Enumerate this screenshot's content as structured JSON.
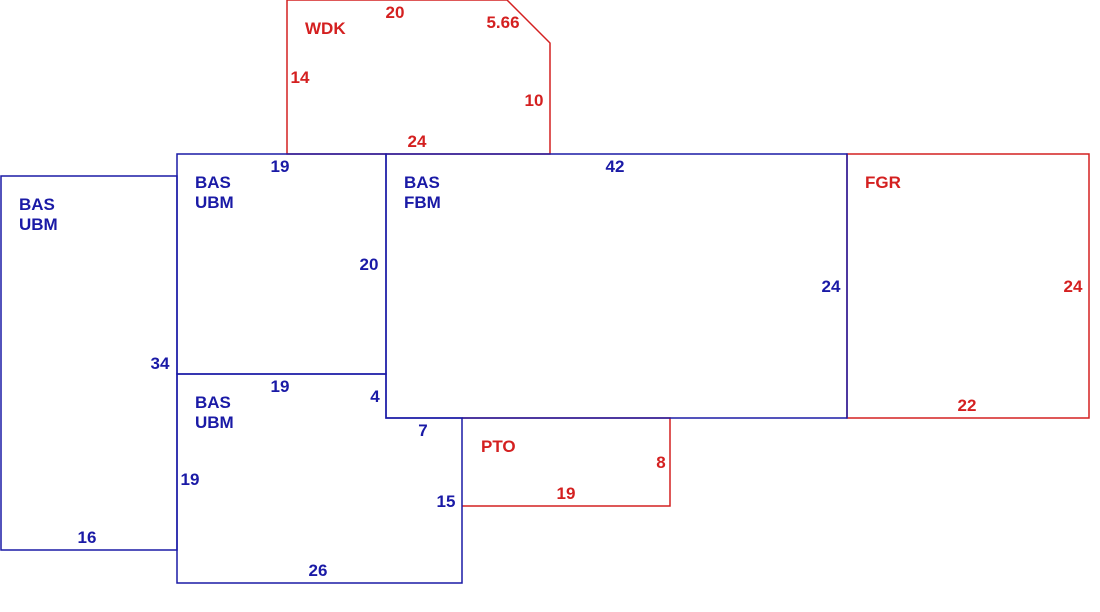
{
  "colors": {
    "blue": "#1a1aa6",
    "red": "#d42020"
  },
  "areas": {
    "bas_left": {
      "code": "BAS",
      "sub": "UBM"
    },
    "bas_mid_top": {
      "code": "BAS",
      "sub": "UBM"
    },
    "bas_mid_bottom": {
      "code": "BAS",
      "sub": "UBM"
    },
    "bas_main": {
      "code": "BAS",
      "sub": "FBM"
    },
    "fgr": {
      "code": "FGR"
    },
    "wdk": {
      "code": "WDK"
    },
    "pto": {
      "code": "PTO"
    }
  },
  "dimensions": {
    "wdk_top": "20",
    "wdk_diag": "5.66",
    "wdk_left": "14",
    "wdk_right": "10",
    "wdk_bottom": "24",
    "mid_top_width": "19",
    "mid_top_height": "20",
    "main_width": "42",
    "main_height": "24",
    "fgr_height": "24",
    "fgr_width": "22",
    "left_height": "34",
    "left_width": "16",
    "mid_bottom_top": "19",
    "mid_bottom_step": "4",
    "mid_bottom_left": "19",
    "mid_bottom_notch": "7",
    "mid_bottom_right": "15",
    "mid_bottom_width": "26",
    "pto_height": "8",
    "pto_width": "19"
  }
}
